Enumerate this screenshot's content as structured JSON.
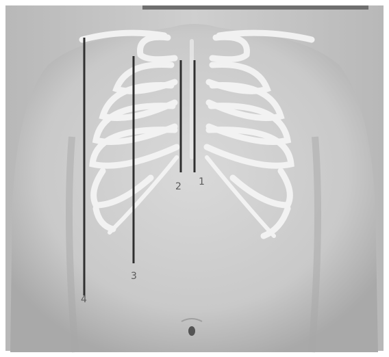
{
  "image": {
    "subject": "torso-with-rib-cage-overlay",
    "background_color": "#c8c8c8",
    "line_color": "#2f2f2f",
    "bone_color": "#f4f4f4"
  },
  "markers": [
    {
      "label": "1"
    },
    {
      "label": "2"
    },
    {
      "label": "3"
    },
    {
      "label": "4"
    }
  ]
}
